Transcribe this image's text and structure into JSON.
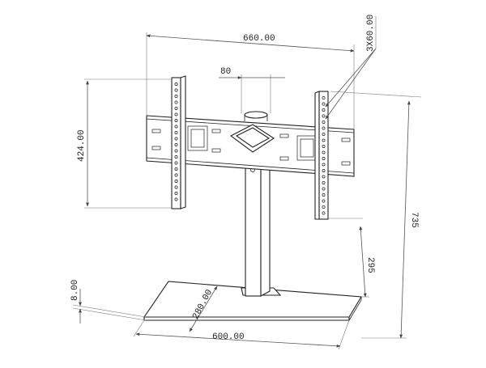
{
  "drawing": {
    "dimensions": {
      "overall_width": "660.00",
      "vesa_label": "3X60.00",
      "column_width": "80",
      "bracket_height": "424.00",
      "total_height": "735",
      "column_to_bracket": "295",
      "base_thickness": "8.00",
      "base_depth": "280.00",
      "base_width": "600.00"
    }
  }
}
